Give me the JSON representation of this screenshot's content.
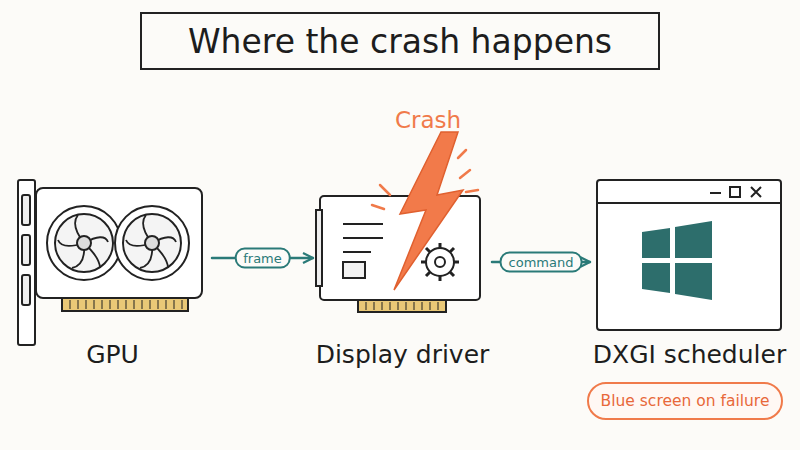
{
  "diagram": {
    "title": "Where the crash happens",
    "nodes": [
      {
        "text": [
          "GPU"
        ]
      },
      {
        "text": [
          "Display driver"
        ]
      },
      {
        "text": [
          "DXGI scheduler"
        ]
      },
      {
        "text": [
          "Blue screen on failure"
        ]
      }
    ],
    "edges": [
      {
        "from": 0,
        "to": 1,
        "label": "frame",
        "arrow": "to"
      },
      {
        "from": 1,
        "to": 2,
        "label": "command",
        "arrow": "to"
      }
    ],
    "labels": [
      "Crash"
    ]
  }
}
